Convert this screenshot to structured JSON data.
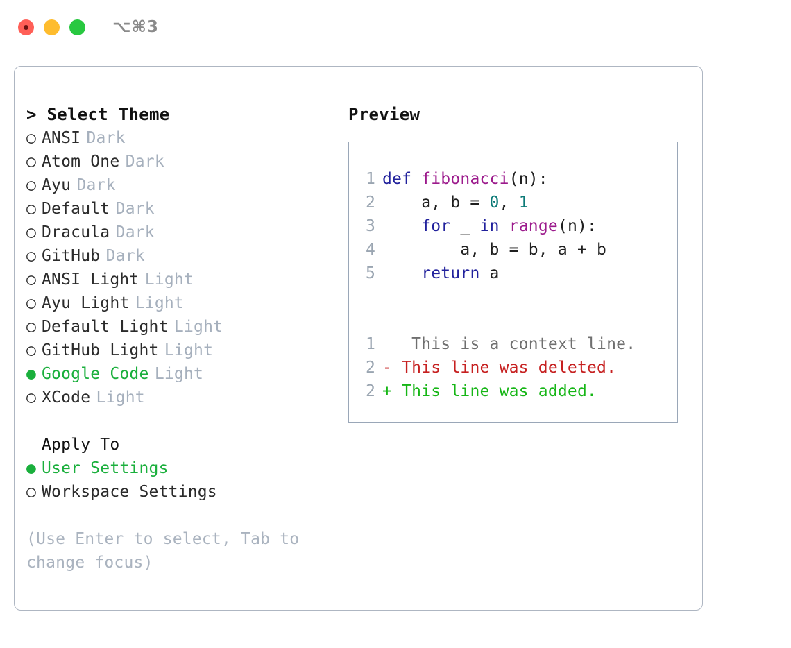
{
  "titlebar": {
    "shortcut": "⌥⌘3",
    "buttons": [
      {
        "name": "close",
        "color": "#ff5f57"
      },
      {
        "name": "minimize",
        "color": "#febc2e"
      },
      {
        "name": "zoom",
        "color": "#28c840"
      }
    ]
  },
  "theme_picker": {
    "header": "> Select Theme",
    "selected_bullet": "●",
    "unselected_bullet": "○",
    "options": [
      {
        "label": "ANSI",
        "badge": "Dark",
        "selected": false
      },
      {
        "label": "Atom One",
        "badge": "Dark",
        "selected": false
      },
      {
        "label": "Ayu",
        "badge": "Dark",
        "selected": false
      },
      {
        "label": "Default",
        "badge": "Dark",
        "selected": false
      },
      {
        "label": "Dracula",
        "badge": "Dark",
        "selected": false
      },
      {
        "label": "GitHub",
        "badge": "Dark",
        "selected": false
      },
      {
        "label": "ANSI Light",
        "badge": "Light",
        "selected": false
      },
      {
        "label": "Ayu Light",
        "badge": "Light",
        "selected": false
      },
      {
        "label": "Default Light",
        "badge": "Light",
        "selected": false
      },
      {
        "label": "GitHub Light",
        "badge": "Light",
        "selected": false
      },
      {
        "label": "Google Code",
        "badge": "Light",
        "selected": true
      },
      {
        "label": "XCode",
        "badge": "Light",
        "selected": false
      }
    ]
  },
  "apply_to": {
    "title": "Apply To",
    "options": [
      {
        "label": "User Settings",
        "selected": true
      },
      {
        "label": "Workspace Settings",
        "selected": false
      }
    ]
  },
  "hint": "(Use Enter to select, Tab to change focus)",
  "preview": {
    "title": "Preview",
    "code_lines": [
      {
        "num": "1",
        "tokens": [
          {
            "t": "def ",
            "c": "kw"
          },
          {
            "t": "fibonacci",
            "c": "fn"
          },
          {
            "t": "(n):",
            "c": "pl"
          }
        ]
      },
      {
        "num": "2",
        "tokens": [
          {
            "t": "    a, b = ",
            "c": "pl"
          },
          {
            "t": "0",
            "c": "num"
          },
          {
            "t": ", ",
            "c": "pl"
          },
          {
            "t": "1",
            "c": "num"
          }
        ]
      },
      {
        "num": "3",
        "tokens": [
          {
            "t": "    ",
            "c": "pl"
          },
          {
            "t": "for",
            "c": "kw"
          },
          {
            "t": " _ ",
            "c": "pl"
          },
          {
            "t": "in",
            "c": "kw"
          },
          {
            "t": " ",
            "c": "pl"
          },
          {
            "t": "range",
            "c": "fn"
          },
          {
            "t": "(n):",
            "c": "pl"
          }
        ]
      },
      {
        "num": "4",
        "tokens": [
          {
            "t": "        a, b = b, a + b",
            "c": "pl"
          }
        ]
      },
      {
        "num": "5",
        "tokens": [
          {
            "t": "    ",
            "c": "pl"
          },
          {
            "t": "return",
            "c": "kw"
          },
          {
            "t": " a",
            "c": "pl"
          }
        ]
      }
    ],
    "diff_lines": [
      {
        "num": "1",
        "marker": " ",
        "text": "  This is a context line.",
        "kind": "ctx"
      },
      {
        "num": "2",
        "marker": "-",
        "text": " This line was deleted.",
        "kind": "del"
      },
      {
        "num": "2",
        "marker": "+",
        "text": " This line was added.",
        "kind": "add"
      }
    ]
  },
  "colors": {
    "accent_green": "#1aaf3c",
    "muted": "#a6b0bd",
    "panel_border": "#aeb6c2",
    "preview_border": "#9aa7b8",
    "gutter": "#9aa5b1",
    "keyword": "#21219c",
    "function": "#9c1a8c",
    "number": "#0c7a77",
    "diff_deleted": "#c62020",
    "diff_added": "#16b616",
    "diff_context": "#6f6f6f"
  }
}
